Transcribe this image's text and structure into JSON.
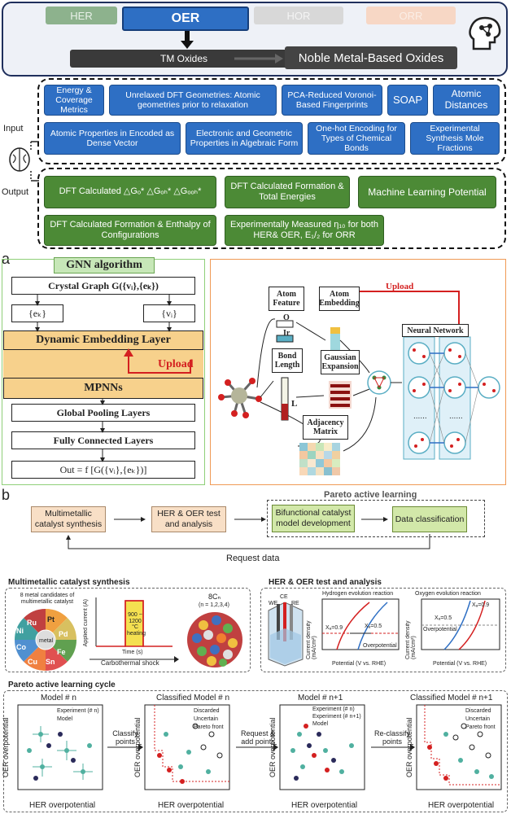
{
  "top": {
    "tabs": [
      "HER",
      "OER",
      "HOR",
      "ORR"
    ],
    "left_pill": "TM Oxides",
    "right_pill": "Noble Metal-Based Oxides"
  },
  "inputs": {
    "label": "Input",
    "row1": [
      "Energy & Coverage Metrics",
      "Unrelaxed DFT Geometries: Atomic geometries prior to relaxation",
      "PCA-Reduced Voronoi-Based Fingerprints",
      "SOAP",
      "Atomic Distances"
    ],
    "row2": [
      "Atomic Properties in Encoded as Dense Vector",
      "Electronic and Geometric Properties in Algebraic Form",
      "One-hot Encoding for Types of Chemical Bonds",
      "Experimental Synthesis Mole Fractions"
    ]
  },
  "outputs": {
    "label": "Output",
    "row1": [
      "DFT Calculated △Gₒ* △Gₒₕ* △Gₒₒₕ*",
      "DFT Calculated Formation & Total Energies",
      "Machine Learning Potential"
    ],
    "row2": [
      "DFT Calculated Formation & Enthalpy of Configurations",
      "Experimentally Measured η₁₀ for both HER& OER, E₁/₂ for ORR"
    ]
  },
  "panel_a": {
    "letter": "a",
    "title": "GNN algorithm",
    "crystal_graph": "Crystal Graph G({vᵢ},{eₖ})",
    "ek": "{eₖ}",
    "vi": "{vᵢ}",
    "dynamic": "Dynamic Embedding Layer",
    "upload": "Upload",
    "mpnn": "MPNNs",
    "global": "Global Pooling Layers",
    "fc": "Fully Connected Layers",
    "out": "Out = f [G({vᵢ},{eₖ})]",
    "atom_feature": "Atom Feature",
    "atom_embedding": "Atom Embedding",
    "o": "O",
    "ir": "Ir",
    "bond_length": "Bond Length",
    "l": "L",
    "gaussian": "Gaussian Expansion",
    "adjacency": "Adjacency Matrix",
    "neural_network": "Neural Network",
    "upload2": "Upload"
  },
  "panel_b": {
    "letter": "b",
    "pareto_label": "Pareto active learning",
    "flow": [
      "Multimetallic catalyst synthesis",
      "HER & OER test and analysis",
      "Bifunctional catalyst model development",
      "Data classification"
    ],
    "request": "Request data",
    "synth_title": "Multimetallic catalyst synthesis",
    "synth_caption": "8 metal candidates of multimetallic catalyst",
    "metals": [
      "Ru",
      "Pt",
      "Pd",
      "Fe",
      "Sn",
      "Cu",
      "Co",
      "Ni"
    ],
    "metal_center": "metal",
    "heat_label": "900 ~ 1200 °C heating",
    "applied_current": "Applied current (A)",
    "time_s": "Time (s)",
    "shock": "Carbothermal shock",
    "sc": "8Cₙ",
    "sc_n": "(n = 1,2,3,4)",
    "test_title": "HER & OER test and analysis",
    "her_plot_title": "Hydrogen evolution reaction",
    "oer_plot_title": "Oxygen evolution reaction",
    "cd_label": "Current density (mA/cm²)",
    "pot_label": "Potential (V vs. RHE)",
    "her_x09": "Xₐ=0.9",
    "her_x05": "Xₐ=0.5",
    "overpotential": "Overpotential",
    "oer_x05": "Xₐ=0.5",
    "oer_x09": "Xₐ=0.9",
    "electrodes": [
      "WE",
      "CE",
      "RE"
    ],
    "pareto_title": "Pareto active learning cycle",
    "models": [
      "Model # n",
      "Classified Model # n",
      "Model # n+1",
      "Classified Model # n+1"
    ],
    "arrows": [
      "Classify points",
      "Request & add points",
      "Re-classify points"
    ],
    "legend_model": [
      "Experiment (# n)",
      "Model"
    ],
    "legend_class": [
      "Discarded",
      "Uncertain",
      "Pareto front"
    ],
    "legend_model2": [
      "Experiment (# n)",
      "Experiment (# n+1)",
      "Model"
    ],
    "x_axis": "HER overpotential",
    "y_axis": "OER overpotential"
  },
  "colors": {
    "blue": "#2e6fc4",
    "green": "#4c8a36",
    "orange": "#f7d18c",
    "red": "#d42020"
  }
}
